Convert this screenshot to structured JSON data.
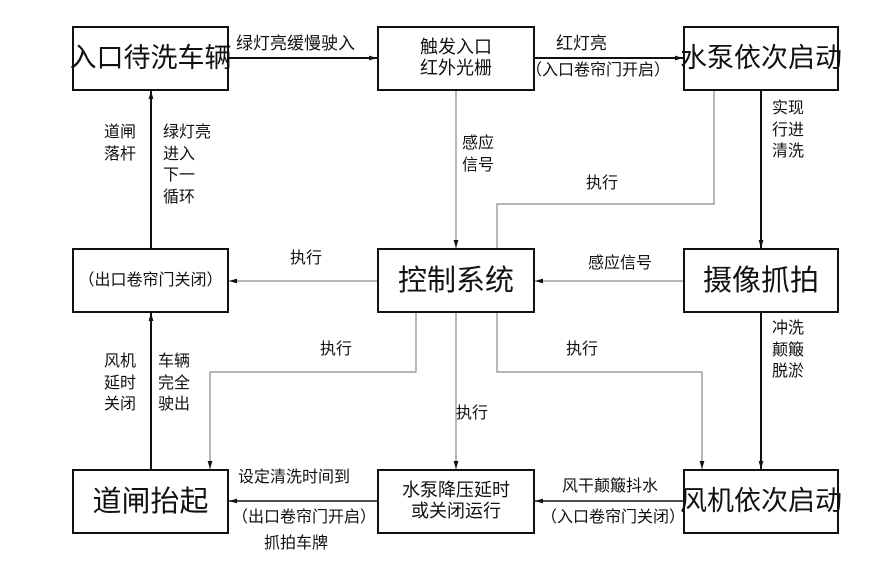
{
  "diagram": {
    "type": "flowchart",
    "title": "",
    "nodes": {
      "entrance_waiting": {
        "label": "入口待洗车辆"
      },
      "infrared_grating": {
        "line1": "触发入口",
        "line2": "红外光栅"
      },
      "pumps_start": {
        "label": "水泵依次启动"
      },
      "exit_door_close": {
        "label": "（出口卷帘门关闭）"
      },
      "control_system": {
        "label": "控制系统"
      },
      "camera_capture": {
        "label": "摄像抓拍"
      },
      "gate_lift": {
        "label": "道闸抬起"
      },
      "pump_reduce": {
        "line1": "水泵降压延时",
        "line2": "或关闭运行"
      },
      "fans_start": {
        "label": "风机依次启动"
      }
    },
    "edges": {
      "e1": {
        "from": "entrance_waiting",
        "to": "infrared_grating",
        "label": "绿灯亮缓慢驶入"
      },
      "e2": {
        "from": "infrared_grating",
        "to": "pumps_start",
        "label_top": "红灯亮",
        "label_bottom": "（入口卷帘门开启）"
      },
      "e3": {
        "from": "pumps_start",
        "to": "camera_capture",
        "label": "实现\n行进\n清洗"
      },
      "e4": {
        "from": "infrared_grating",
        "to": "control_system",
        "label": "感应\n信号"
      },
      "e5": {
        "from": "control_system",
        "to": "pumps_start",
        "label": "执行"
      },
      "e6": {
        "from": "camera_capture",
        "to": "control_system",
        "label": "感应信号"
      },
      "e7": {
        "from": "control_system",
        "to": "exit_door_close",
        "label": "执行"
      },
      "e8": {
        "from": "exit_door_close",
        "to": "entrance_waiting",
        "label_left": "道闸\n落杆",
        "label_right": "绿灯亮\n进入\n下一\n循环"
      },
      "e9": {
        "from": "camera_capture",
        "to": "fans_start",
        "label": "冲洗\n颠簸\n脱淤"
      },
      "e10": {
        "from": "control_system",
        "to": "gate_lift",
        "label": "执行"
      },
      "e11": {
        "from": "control_system",
        "to": "pump_reduce",
        "label": "执行"
      },
      "e12": {
        "from": "control_system",
        "to": "fans_start",
        "label": "执行"
      },
      "e13": {
        "from": "fans_start",
        "to": "pump_reduce",
        "label_top": "风干颠簸抖水",
        "label_bottom": "（入口卷帘门关闭）"
      },
      "e14": {
        "from": "pump_reduce",
        "to": "gate_lift",
        "label_top": "设定清洗时间到",
        "label_bottom": "（出口卷帘门开启）",
        "label_bottom2": "抓拍车牌"
      },
      "e15": {
        "from": "gate_lift",
        "to": "exit_door_close",
        "label_left": "风机\n延时\n关闭",
        "label_right": "车辆\n完全\n驶出"
      }
    },
    "colors": {
      "main_line": "#111111",
      "signal_line": "#8a8a8a",
      "box_border": "#111111"
    }
  }
}
